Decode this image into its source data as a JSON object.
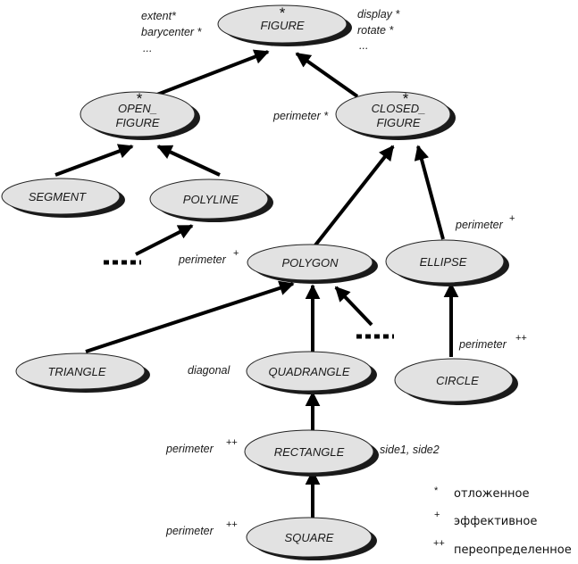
{
  "nodes": {
    "figure": {
      "label": "FIGURE",
      "mark": "*"
    },
    "open_figure": {
      "label_line1": "OPEN_",
      "label_line2": "FIGURE",
      "mark": "*"
    },
    "closed_figure": {
      "label_line1": "CLOSED_",
      "label_line2": "FIGURE",
      "mark": "*"
    },
    "segment": {
      "label": "SEGMENT"
    },
    "polyline": {
      "label": "POLYLINE"
    },
    "polygon": {
      "label": "POLYGON"
    },
    "ellipse": {
      "label": "ELLIPSE"
    },
    "triangle": {
      "label": "TRIANGLE"
    },
    "quadrangle": {
      "label": "QUADRANGLE"
    },
    "circle": {
      "label": "CIRCLE"
    },
    "rectangle": {
      "label": "RECTANGLE"
    },
    "square": {
      "label": "SQUARE"
    }
  },
  "features": {
    "figure_left": [
      "extent*",
      "barycenter *",
      "..."
    ],
    "figure_right": [
      "display *",
      "rotate *",
      "..."
    ],
    "closed_perimeter": "perimeter *",
    "ellipse_perimeter": "perimeter",
    "ellipse_perimeter_mark": "+",
    "polygon_perimeter": "perimeter",
    "polygon_perimeter_mark": "+",
    "circle_perimeter": "perimeter",
    "circle_perimeter_mark": "++",
    "quadrangle_diagonal": "diagonal",
    "rectangle_perimeter": "perimeter",
    "rectangle_perimeter_mark": "++",
    "rectangle_sides": "side1, side2",
    "square_perimeter": "perimeter",
    "square_perimeter_mark": "++"
  },
  "legend": [
    {
      "symbol": "*",
      "text": "отложенное"
    },
    {
      "symbol": "+",
      "text": "эффективное"
    },
    {
      "symbol": "++",
      "text": "переопределенное"
    }
  ]
}
